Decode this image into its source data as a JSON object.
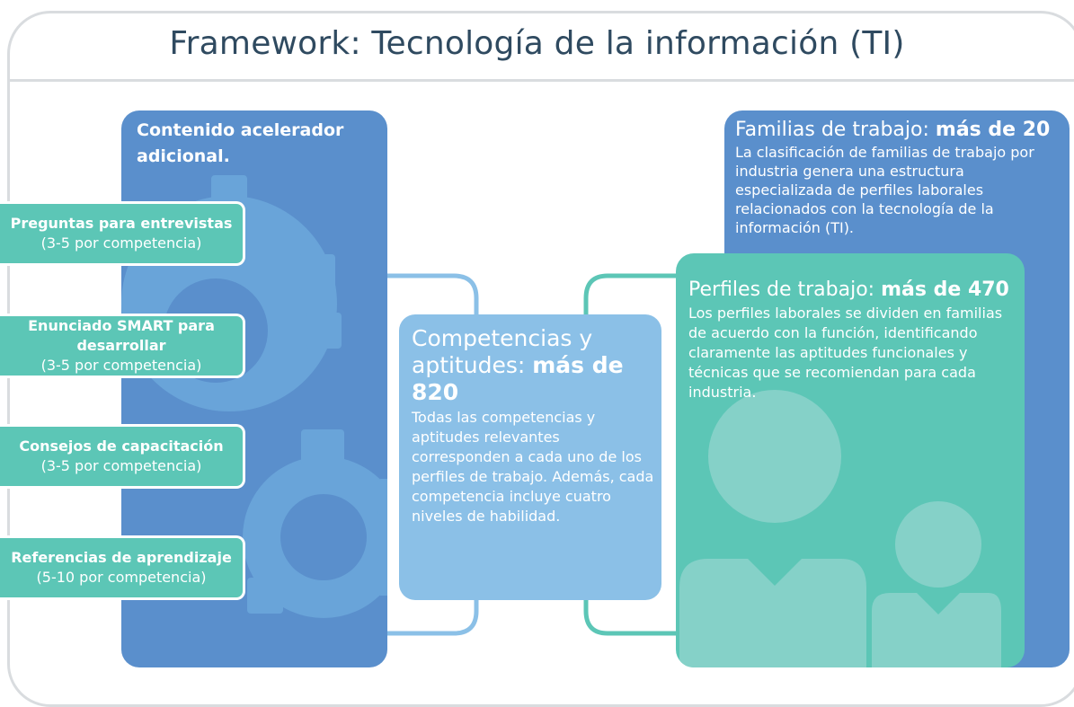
{
  "title": "Framework: Tecnología de la información (TI)",
  "accelerator": {
    "title": "Contenido acelerador adicional.",
    "items": [
      {
        "title": "Preguntas para entrevistas",
        "subtitle": "(3-5 por competencia)"
      },
      {
        "title": "Enunciado SMART para desarrollar",
        "subtitle": "(3-5 por competencia)"
      },
      {
        "title": "Consejos de capacitación",
        "subtitle": "(3-5 por competencia)"
      },
      {
        "title": "Referencias de aprendizaje",
        "subtitle": "(5-10 por competencia)"
      }
    ]
  },
  "competencies": {
    "title": "Competencias y aptitudes: ",
    "count": "más de 820",
    "description": "Todas las competencias y aptitudes relevantes corresponden a cada uno de los perfiles de trabajo. Además, cada competencia incluye cuatro niveles de habilidad."
  },
  "families": {
    "title": "Familias de trabajo: ",
    "count": "más de 20",
    "description": "La clasificación de familias de trabajo por industria genera una estructura especializada de perfiles laborales relacionados con la tecnología de la información (TI)."
  },
  "profiles": {
    "title": "Perfiles de trabajo: ",
    "count": "más de 470",
    "description": "Los perfiles laborales se dividen en familias de acuerdo con la función, identificando claramente las aptitudes funcionales y técnicas que se recomiendan para cada industria."
  },
  "colors": {
    "blue_dark": "#5a8fcc",
    "blue_light": "#8bc0e7",
    "teal": "#5cc6b6",
    "title_text": "#2f4a60"
  },
  "icons": [
    "gear-icon",
    "person-icon"
  ]
}
